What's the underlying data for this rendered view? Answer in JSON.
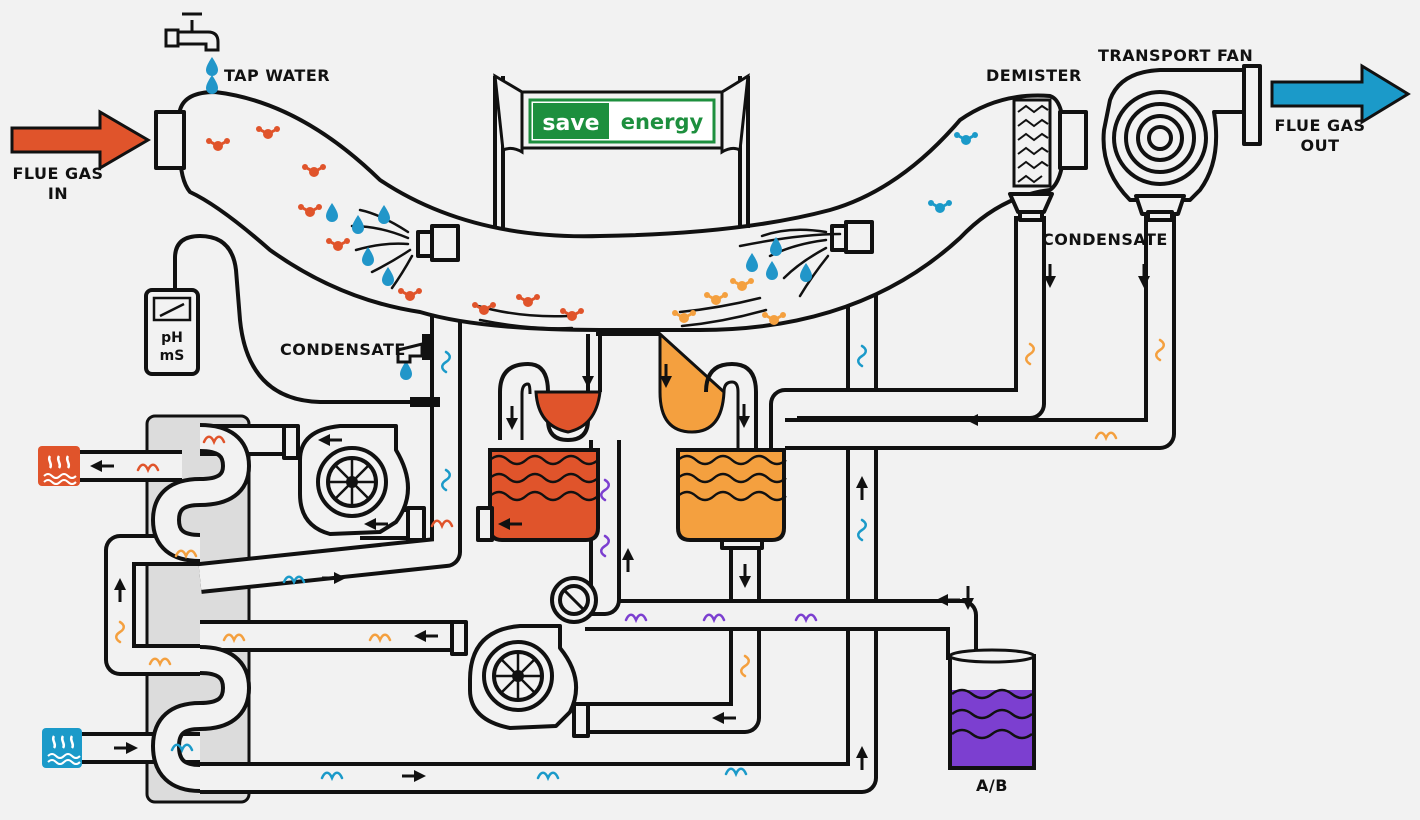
{
  "labels": {
    "tap_water": "TAP WATER",
    "flue_gas_in": "FLUE GAS\nIN",
    "demister": "DEMISTER",
    "transport_fan": "TRANSPORT FAN",
    "flue_gas_out": "FLUE GAS\nOUT",
    "condensate_left": "CONDENSATE",
    "condensate_right": "CONDENSATE",
    "meter_ph": "pH",
    "meter_ms": "mS",
    "chemical_tank": "A/B"
  },
  "banner": {
    "word1": "save",
    "word2": "energy"
  },
  "colors": {
    "background": "#f2f2f2",
    "outline": "#111111",
    "flue_gas_in": "#e0542b",
    "flue_gas_out": "#1b9ac9",
    "water_drop": "#2196c9",
    "hot_liquid": "#e0542b",
    "warm_liquid": "#f4a03f",
    "chemical": "#7c3fd0",
    "banner_green": "#1d8f3e"
  },
  "icons": {
    "tap": "faucet-icon",
    "heat_out": "hot-water-icon",
    "heat_in": "cold-water-icon",
    "fan": "transport-fan-icon",
    "pumps": "pump-icon",
    "meter": "ph-meter-icon",
    "demister": "demister-filter-icon"
  }
}
